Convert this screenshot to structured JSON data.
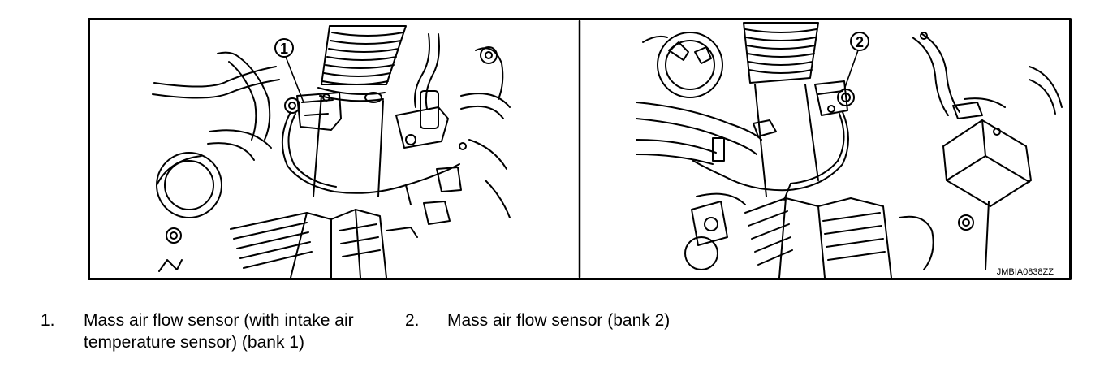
{
  "figure": {
    "callouts": [
      "1",
      "2"
    ],
    "code": "JMBIA0838ZZ"
  },
  "legend": [
    {
      "number": "1.",
      "text": "Mass air flow sensor (with intake air temperature sensor) (bank 1)"
    },
    {
      "number": "2.",
      "text": "Mass air flow sensor (bank 2)"
    }
  ],
  "colors": {
    "line": "#000000",
    "background": "#ffffff"
  }
}
